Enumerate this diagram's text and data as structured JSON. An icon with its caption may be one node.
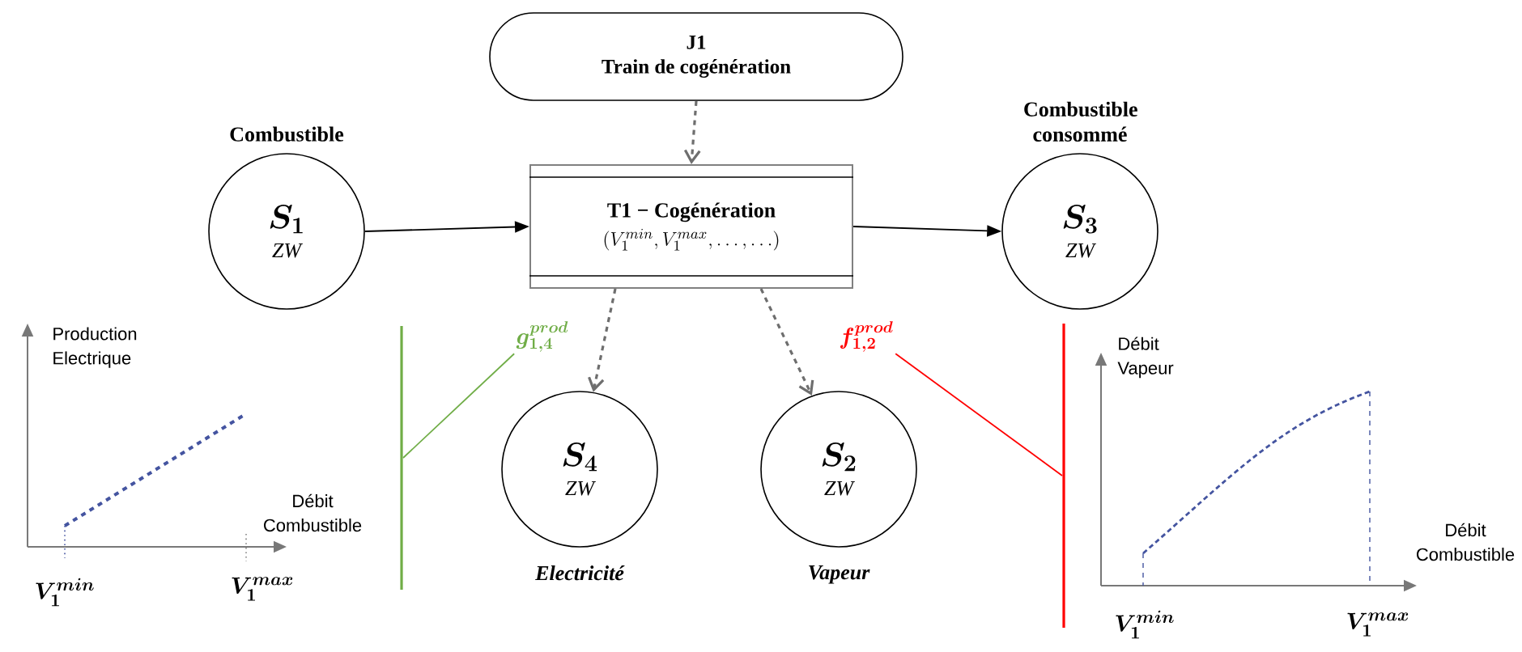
{
  "diagram": {
    "nodes": [
      {
        "text": [
          "J1",
          "Train de cogénération"
        ]
      },
      {
        "text": [
          "Combustible",
          "S_1",
          "ZW"
        ]
      },
      {
        "text": [
          "T1 − Cogénération",
          "(V_1^{min},V_1^{max}, \\ldots, \\ldots)"
        ]
      },
      {
        "text": [
          "Combustible consommé",
          "S_3",
          "ZW"
        ]
      },
      {
        "text": [
          "S_4",
          "ZW"
        ],
        "beside": [
          "Electricité"
        ]
      },
      {
        "text": [
          "S_2",
          "ZW"
        ],
        "beside": [
          "Vapeur"
        ]
      },
      {
        "text": [
          "g_{1,4}^{prod}"
        ]
      },
      {
        "text": [],
        "shape": "bar"
      },
      {
        "text": [
          "f_{1,2}^{prod}"
        ]
      },
      {
        "text": [],
        "shape": "bar"
      }
    ],
    "edges": [
      {
        "from": 0,
        "to": 2,
        "arrow": "to",
        "style": "dashed",
        "color": "#6e6e6e"
      },
      {
        "from": 1,
        "to": 2,
        "arrow": "to",
        "color": "#000000"
      },
      {
        "from": 2,
        "to": 3,
        "arrow": "to",
        "color": "#000000"
      },
      {
        "from": 2,
        "to": 4,
        "arrow": "to",
        "style": "dashed",
        "color": "#6e6e6e"
      },
      {
        "from": 2,
        "to": 5,
        "arrow": "to",
        "style": "dashed",
        "color": "#6e6e6e"
      },
      {
        "from": 6,
        "to": 7,
        "arrow": "none",
        "color": "#70ad47"
      },
      {
        "from": 8,
        "to": 9,
        "arrow": "none",
        "color": "#ff0000"
      }
    ],
    "labels": [
      "Production Electrique",
      "Débit Combustible",
      "V_1^{min}",
      "V_1^{max}",
      "Débit Vapeur",
      "Débit Combustible",
      "V_1^{min}",
      "V_1^{max}"
    ]
  }
}
